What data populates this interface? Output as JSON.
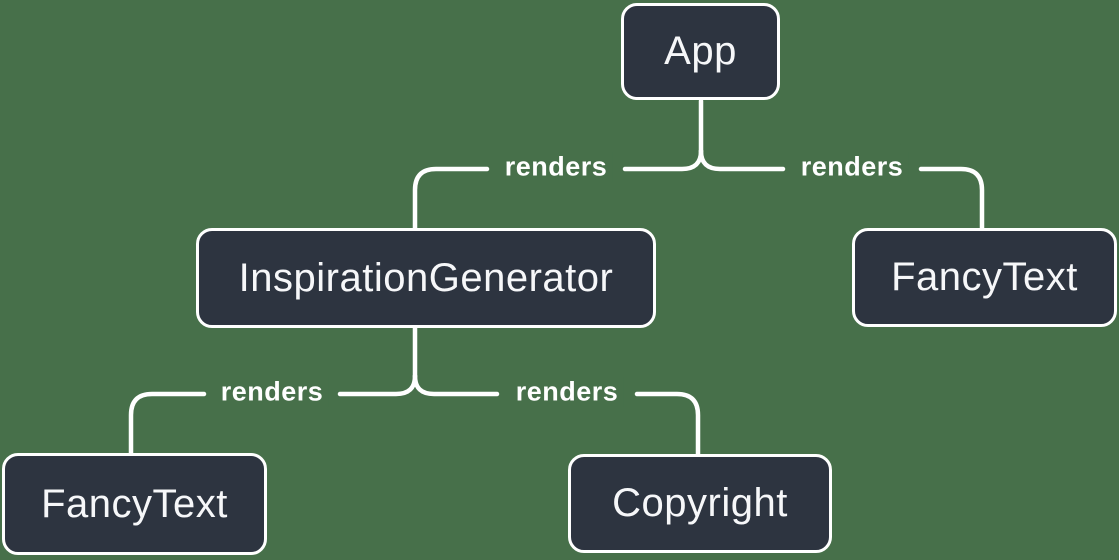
{
  "nodes": [
    {
      "id": "app",
      "label": "App"
    },
    {
      "id": "inspiration-generator",
      "label": "InspirationGenerator"
    },
    {
      "id": "fancy-text-top",
      "label": "FancyText"
    },
    {
      "id": "fancy-text-bottom",
      "label": "FancyText"
    },
    {
      "id": "copyright",
      "label": "Copyright"
    }
  ],
  "edges": [
    {
      "from": "App",
      "to": "InspirationGenerator",
      "label": "renders"
    },
    {
      "from": "App",
      "to": "FancyText",
      "label": "renders"
    },
    {
      "from": "InspirationGenerator",
      "to": "FancyText",
      "label": "renders"
    },
    {
      "from": "InspirationGenerator",
      "to": "Copyright",
      "label": "renders"
    }
  ],
  "colors": {
    "background": "#47704a",
    "node_fill": "#2d3440",
    "node_border": "#ffffff",
    "node_text": "#f6f7f9",
    "line_color": "#ffffff",
    "edge_label_text": "#ffffff"
  }
}
